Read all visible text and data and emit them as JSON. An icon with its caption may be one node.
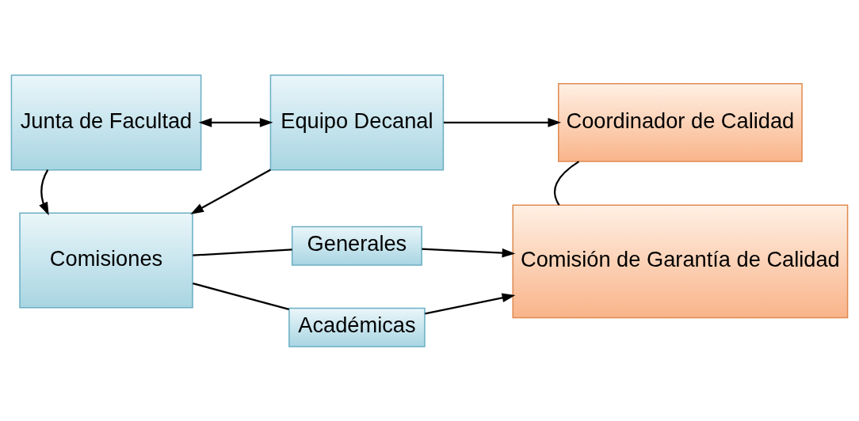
{
  "diagram": {
    "nodes": [
      {
        "text": [
          "Junta de Facultad"
        ]
      },
      {
        "text": [
          "Equipo Decanal"
        ]
      },
      {
        "text": [
          "Coordinador de Calidad"
        ]
      },
      {
        "text": [
          "Comisiones"
        ]
      },
      {
        "text": [
          "Generales"
        ]
      },
      {
        "text": [
          "Académicas"
        ]
      },
      {
        "text": [
          "Comisión de Garantía de Calidad"
        ]
      }
    ],
    "edges": [
      {
        "from": 0,
        "to": 1,
        "arrow": "both"
      },
      {
        "from": 1,
        "to": 2,
        "arrow": "to"
      },
      {
        "from": 0,
        "to": 3,
        "arrow": "to"
      },
      {
        "from": 1,
        "to": 3,
        "arrow": "to"
      },
      {
        "from": 2,
        "to": 6,
        "arrow": "none"
      },
      {
        "from": 3,
        "to": 4,
        "arrow": "none"
      },
      {
        "from": 3,
        "to": 5,
        "arrow": "none"
      },
      {
        "from": 4,
        "to": 6,
        "arrow": "to"
      },
      {
        "from": 5,
        "to": 6,
        "arrow": "to"
      }
    ]
  }
}
